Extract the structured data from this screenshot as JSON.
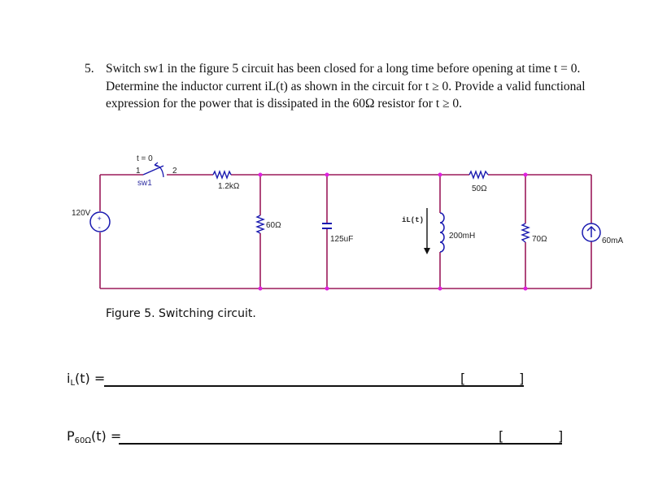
{
  "problem": {
    "number": "5.",
    "text": "Switch sw1 in the figure 5 circuit has been closed for a long time before opening at time t = 0. Determine the inductor current iL(t) as shown in the circuit for t ≥ 0.  Provide a valid functional expression for the power that is dissipated in the 60Ω resistor for t ≥ 0."
  },
  "circuit": {
    "switch": {
      "name": "sw1",
      "time_label": "t = 0",
      "terminal_1": "1",
      "terminal_2": "2"
    },
    "voltage_source": {
      "label": "120V",
      "plus": "+",
      "minus": "-"
    },
    "r_series": "1.2kΩ",
    "r_60": "60Ω",
    "capacitor": "125uF",
    "inductor_current_label": "iL(t)",
    "inductor": "200mH",
    "r_50": "50Ω",
    "r_70": "70Ω",
    "current_source": "60mA",
    "colors": {
      "wire": "#9b1a5a",
      "node": "#e020e0",
      "component": "#1a1ab0"
    }
  },
  "caption": "Figure 5. Switching circuit.",
  "answers": [
    {
      "label_main": "i",
      "label_sub": "L",
      "label_tail": "(t) =",
      "open": "[",
      "close": "]"
    },
    {
      "label_main": "P",
      "label_sub": "60Ω",
      "label_tail": "(t) =",
      "open": "[",
      "close": "]"
    }
  ]
}
